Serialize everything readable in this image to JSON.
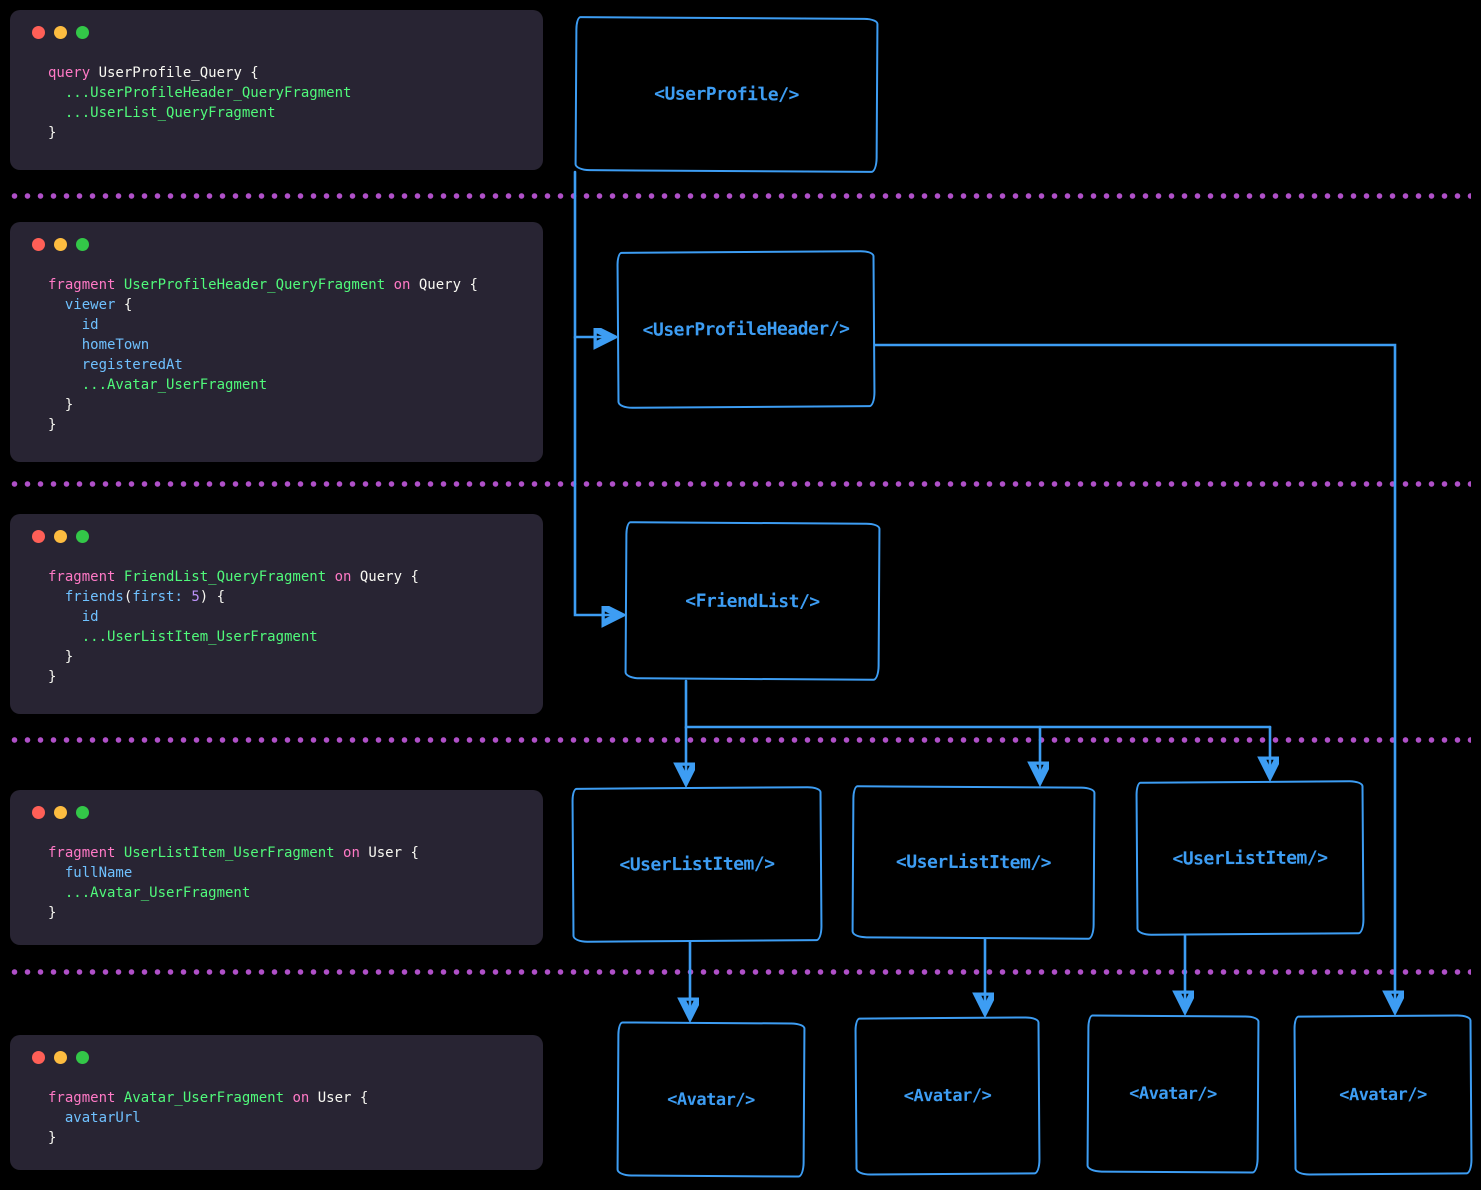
{
  "theme": {
    "background": "#000000",
    "panel_background": "#282433",
    "accent_blue": "#3d9df3",
    "divider_purple": "#b050c8",
    "traffic_red": "#ff5f57",
    "traffic_yellow": "#fdbc40",
    "traffic_green": "#33c748",
    "code": {
      "keyword": "#ff79c6",
      "fragment_name": "#50fa7b",
      "field": "#6fc1ff",
      "number": "#bd93f9",
      "foreground": "#f8f8f2"
    }
  },
  "panels": [
    {
      "name": "user-profile-query",
      "lines": [
        [
          [
            "query ",
            "kw"
          ],
          [
            "UserProfile_Query {",
            "fg"
          ]
        ],
        [
          [
            "  ...UserProfileHeader_QueryFragment",
            "name"
          ]
        ],
        [
          [
            "  ...UserList_QueryFragment",
            "name"
          ]
        ],
        [
          [
            "}",
            "fg"
          ]
        ]
      ]
    },
    {
      "name": "user-profile-header-query-fragment",
      "lines": [
        [
          [
            "fragment ",
            "kw"
          ],
          [
            "UserProfileHeader_QueryFragment ",
            "name"
          ],
          [
            "on ",
            "kw"
          ],
          [
            "Query {",
            "fg"
          ]
        ],
        [
          [
            "  viewer",
            "field"
          ],
          [
            " {",
            "fg"
          ]
        ],
        [
          [
            "    id",
            "field"
          ]
        ],
        [
          [
            "    homeTown",
            "field"
          ]
        ],
        [
          [
            "    registeredAt",
            "field"
          ]
        ],
        [
          [
            "    ...Avatar_UserFragment",
            "name"
          ]
        ],
        [
          [
            "  }",
            "fg"
          ]
        ],
        [
          [
            "}",
            "fg"
          ]
        ]
      ]
    },
    {
      "name": "friend-list-query-fragment",
      "lines": [
        [
          [
            "fragment ",
            "kw"
          ],
          [
            "FriendList_QueryFragment ",
            "name"
          ],
          [
            "on ",
            "kw"
          ],
          [
            "Query {",
            "fg"
          ]
        ],
        [
          [
            "  friends",
            "field"
          ],
          [
            "(",
            "fg"
          ],
          [
            "first:",
            "field"
          ],
          [
            " ",
            "fg"
          ],
          [
            "5",
            "num"
          ],
          [
            ") {",
            "fg"
          ]
        ],
        [
          [
            "    id",
            "field"
          ]
        ],
        [
          [
            "    ...UserListItem_UserFragment",
            "name"
          ]
        ],
        [
          [
            "  }",
            "fg"
          ]
        ],
        [
          [
            "}",
            "fg"
          ]
        ]
      ]
    },
    {
      "name": "user-list-item-user-fragment",
      "lines": [
        [
          [
            "fragment ",
            "kw"
          ],
          [
            "UserListItem_UserFragment ",
            "name"
          ],
          [
            "on ",
            "kw"
          ],
          [
            "User {",
            "fg"
          ]
        ],
        [
          [
            "  fullName",
            "field"
          ]
        ],
        [
          [
            "  ...Avatar_UserFragment",
            "name"
          ]
        ],
        [
          [
            "}",
            "fg"
          ]
        ]
      ]
    },
    {
      "name": "avatar-user-fragment",
      "lines": [
        [
          [
            "fragment ",
            "kw"
          ],
          [
            "Avatar_UserFragment ",
            "name"
          ],
          [
            "on ",
            "kw"
          ],
          [
            "User {",
            "fg"
          ]
        ],
        [
          [
            "  avatarUrl",
            "field"
          ]
        ],
        [
          [
            "}",
            "fg"
          ]
        ]
      ]
    }
  ],
  "boxes": [
    {
      "label": "<UserProfile/>"
    },
    {
      "label": "<UserProfileHeader/>"
    },
    {
      "label": "<FriendList/>"
    },
    {
      "label": "<UserListItem/>"
    },
    {
      "label": "<UserListItem/>"
    },
    {
      "label": "<UserListItem/>"
    },
    {
      "label": "<Avatar/>"
    },
    {
      "label": "<Avatar/>"
    },
    {
      "label": "<Avatar/>"
    },
    {
      "label": "<Avatar/>"
    }
  ]
}
